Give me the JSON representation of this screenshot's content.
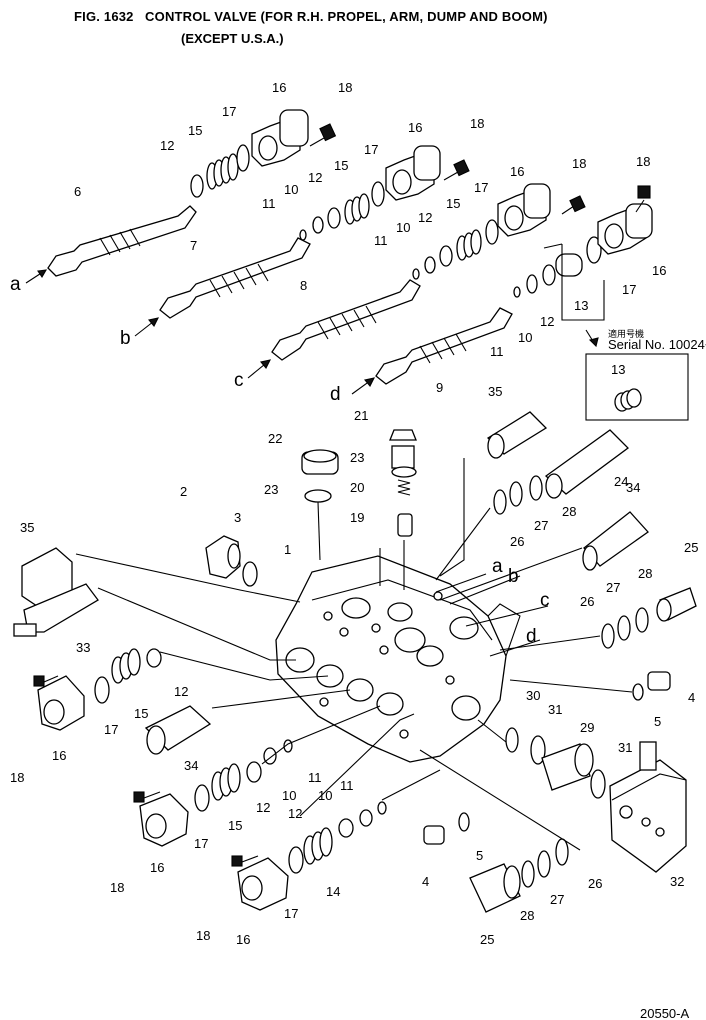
{
  "header": {
    "title": "FIG. 1632   CONTROL VALVE (FOR R.H. PROPEL, ARM, DUMP AND BOOM)",
    "subtitle": "(EXCEPT U.S.A.)"
  },
  "inset": {
    "jp_text": "適用号機",
    "serial_text": "Serial No. 10024~",
    "part": "13"
  },
  "footer_code": "20550-A",
  "letters": [
    "a",
    "b",
    "c",
    "d"
  ],
  "callouts": [
    "1",
    "2",
    "3",
    "4",
    "5",
    "6",
    "7",
    "8",
    "9",
    "10",
    "11",
    "12",
    "13",
    "14",
    "15",
    "16",
    "17",
    "18",
    "19",
    "20",
    "21",
    "22",
    "23",
    "24",
    "25",
    "26",
    "27",
    "28",
    "29",
    "30",
    "31",
    "32",
    "33",
    "34",
    "35"
  ]
}
